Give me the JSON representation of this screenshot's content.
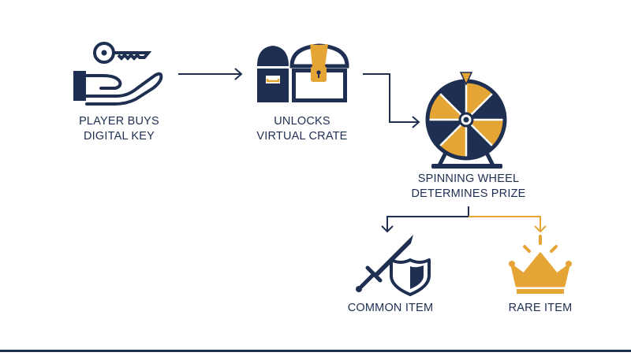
{
  "colors": {
    "navy": "#1e2f52",
    "gold": "#e5a535",
    "background": "#ffffff"
  },
  "steps": [
    {
      "id": "buy-key",
      "icon": "hand-with-key-icon",
      "lines": [
        "PLAYER BUYS",
        "DIGITAL KEY"
      ]
    },
    {
      "id": "unlock-crate",
      "icon": "treasure-chest-icon",
      "lines": [
        "UNLOCKS",
        "VIRTUAL CRATE"
      ]
    },
    {
      "id": "spin-wheel",
      "icon": "prize-wheel-icon",
      "lines": [
        "SPINNING WHEEL",
        "DETERMINES PRIZE"
      ]
    }
  ],
  "outcomes": [
    {
      "id": "common",
      "icon": "sword-and-shield-icon",
      "label": "COMMON ITEM"
    },
    {
      "id": "rare",
      "icon": "crown-icon",
      "label": "RARE ITEM"
    }
  ]
}
